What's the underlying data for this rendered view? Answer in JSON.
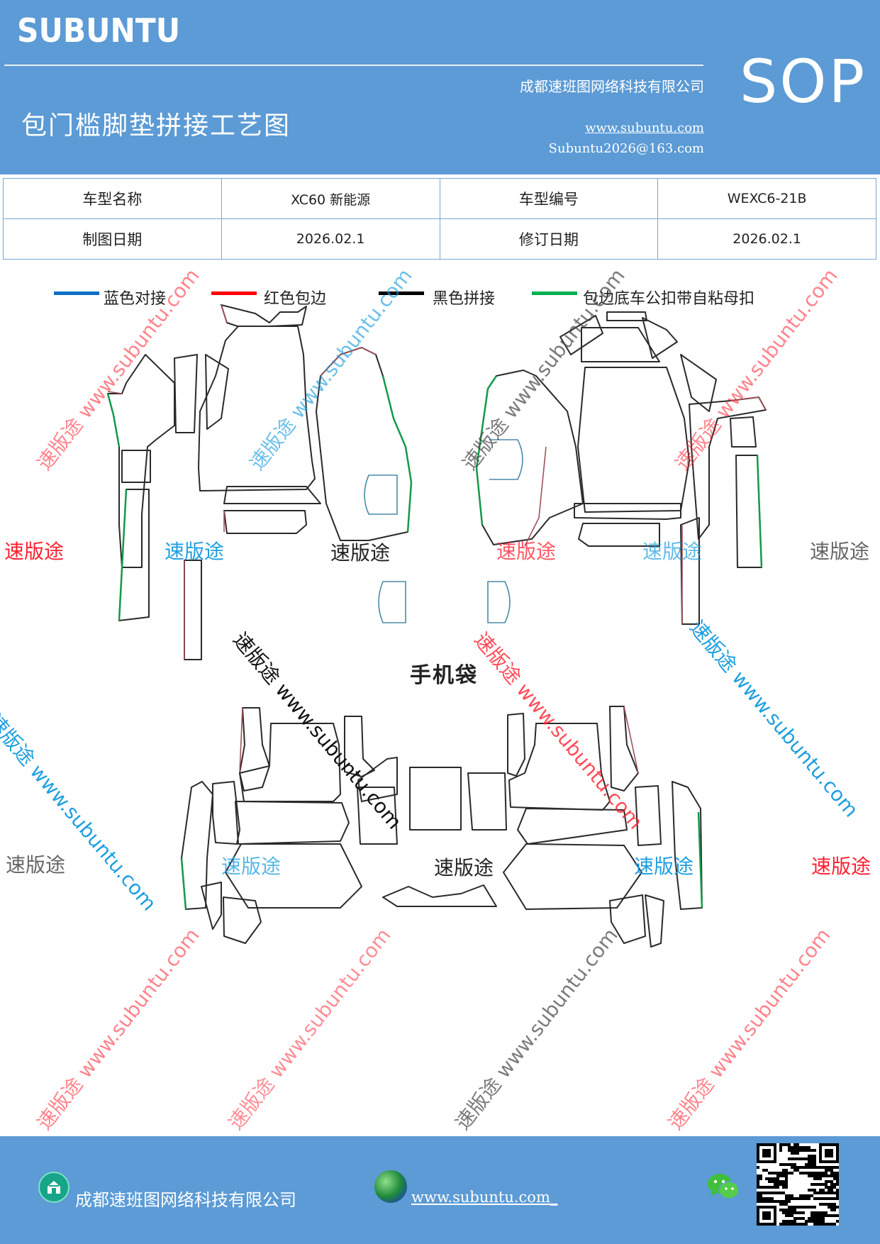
{
  "header": {
    "brand": "SUBUNTU",
    "title": "包门槛脚垫拼接工艺图",
    "company": "成都速班图网络科技有限公司",
    "website": "www.subuntu.com",
    "email": "Subuntu2026@163.com",
    "sop": "SOP"
  },
  "info_table": {
    "row1": {
      "label1": "车型名称",
      "value1": "XC60 新能源",
      "label2": "车型编号",
      "value2": "WEXC6-21B"
    },
    "row2": {
      "label1": "制图日期",
      "value1": "2026.02.1",
      "label2": "修订日期",
      "value2": "2026.02.1"
    }
  },
  "legend": [
    {
      "label": "蓝色对接",
      "color": "#0f6fc6"
    },
    {
      "label": "红色包边",
      "color": "#ff0000"
    },
    {
      "label": "黑色拼接",
      "color": "#000000"
    },
    {
      "label": "包边底车公扣带自粘母扣",
      "color": "#00b050"
    }
  ],
  "diagram": {
    "phone_pocket_label": "手机袋"
  },
  "watermarks": {
    "brand_cn": "速版途",
    "diagonal": "速版途 www.subuntu.com",
    "colors": {
      "red": "#ff2030",
      "blue": "#1e9fe0",
      "black": "#222222",
      "gray": "#666666"
    }
  },
  "footer": {
    "company": "成都速班图网络科技有限公司",
    "website": "www.subuntu.com_",
    "icons": [
      "home-icon",
      "globe-icon",
      "wechat-icon",
      "qr-code"
    ]
  }
}
